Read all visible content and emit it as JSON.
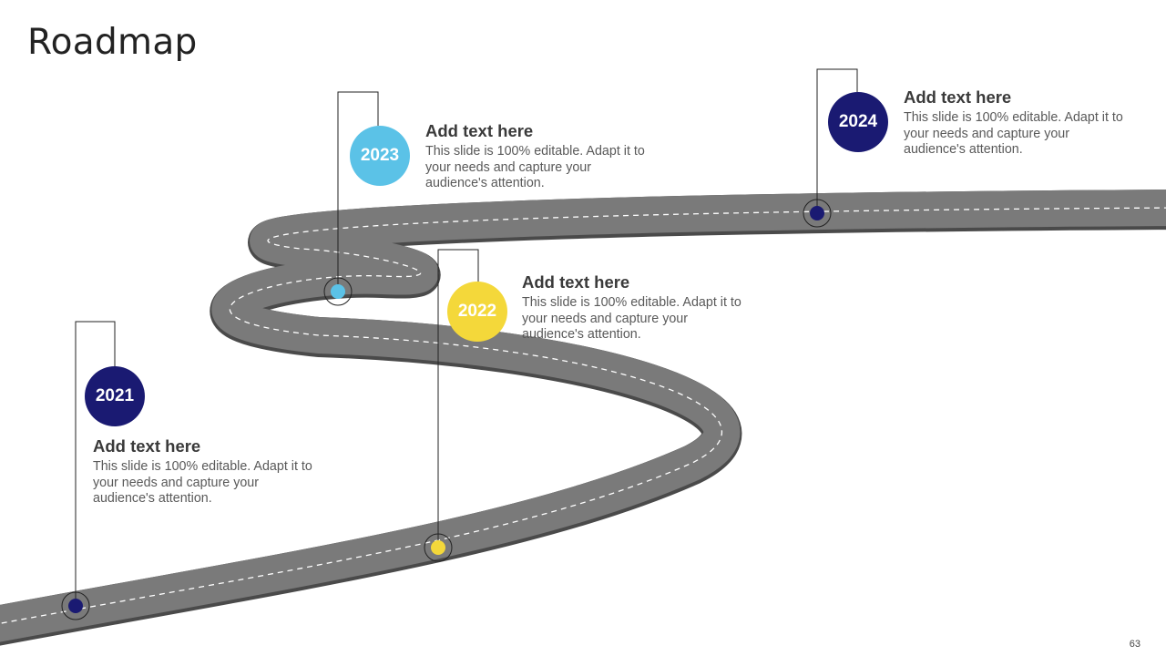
{
  "slide": {
    "title": "Roadmap",
    "page_number": "63"
  },
  "colors": {
    "road": "#7a7a7a",
    "road_edge": "#4a4a4a",
    "lane_marking": "#ffffff",
    "navy": "#1a1a72",
    "sky_blue": "#5bc2e7",
    "yellow": "#f4d83a",
    "connector": "#222222"
  },
  "milestones": [
    {
      "year": "2021",
      "heading": "Add text here",
      "body": "This slide is 100% editable. Adapt it to your needs and capture your audience's attention.",
      "color": "#1a1a72",
      "color_name": "navy"
    },
    {
      "year": "2022",
      "heading": "Add text here",
      "body": "This slide is 100% editable. Adapt it to your needs and capture your audience's attention.",
      "color": "#f4d83a",
      "color_name": "yellow"
    },
    {
      "year": "2023",
      "heading": "Add text here",
      "body": "This slide is 100% editable. Adapt it to your needs and capture your audience's attention.",
      "color": "#5bc2e7",
      "color_name": "sky-blue"
    },
    {
      "year": "2024",
      "heading": "Add text here",
      "body": "This slide is 100% editable. Adapt it to your needs and capture your audience's attention.",
      "color": "#1a1a72",
      "color_name": "navy"
    }
  ]
}
